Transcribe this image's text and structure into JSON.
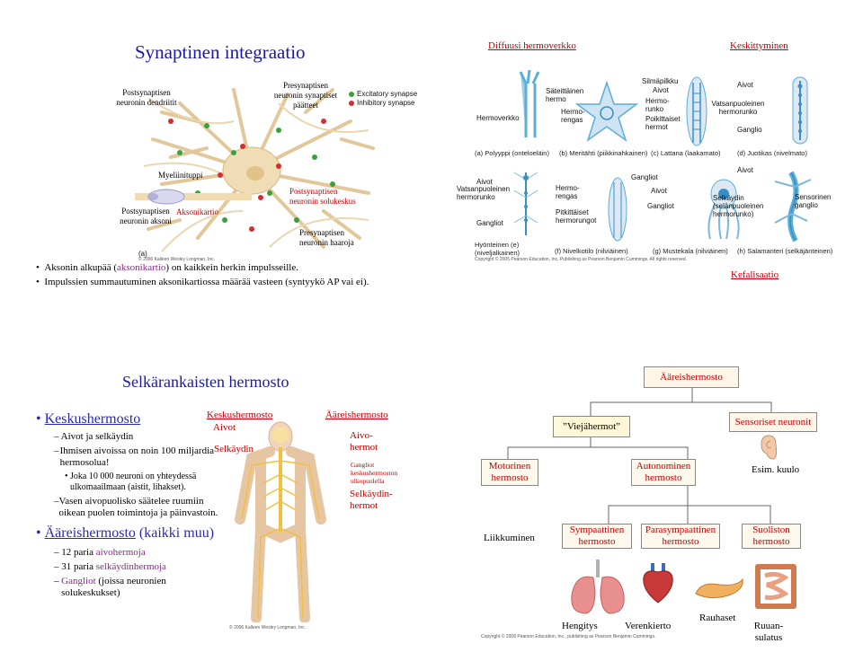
{
  "slide1": {
    "title": "Synaptinen integraatio",
    "labels": {
      "dendrites": "Postsynaptisen neuronin dendriitit",
      "terminals": "Presynaptisen neuronin synaptiset päätteet",
      "excitatory": "Excitatory synapse",
      "inhibitory": "Inhibitory synapse",
      "myelin": "Myeliinituppi",
      "axon": "Postsynaptisen neuronin aksoni",
      "hillock": "Aksonikartio",
      "soma": "Postsynaptisen neuronin solukeskus",
      "branch": "Presynaptisen neuronin haaroja",
      "figure": "(a)",
      "copyright": "© 2006 Kalleen Wesley Longman, Inc."
    },
    "bullets": [
      {
        "pre": "Aksonin alkupää (",
        "hl": "aksonikartio",
        "post": ") on kaikkein herkin impulsseille."
      },
      {
        "pre": "Impulssien summautuminen aksonikartiossa määrää vasteen (syntyykö AP vai ei).",
        "hl": "",
        "post": ""
      }
    ],
    "colors": {
      "excitatory": "#3aa03a",
      "inhibitory": "#d03030"
    }
  },
  "slide2": {
    "head_left": "Diffuusi hermoverkko",
    "head_right": "Keskittyminen",
    "footer_link": "Kefalisaatio",
    "top_labels": {
      "hermoverkko": "Hermoverkko",
      "sateittainen": "Säteittäinen hermo",
      "hermorengas": "Hermo- rengas",
      "silmapilkku": "Silmäpilkku",
      "aivot1": "Aivot",
      "hermorunko": "Hermo- runko",
      "poikittaiset": "Poikittaiset hermot",
      "aivot2": "Aivot",
      "vatsanpuoleinen": "Vatsanpuoleinen hermorunko",
      "ganglio": "Ganglio"
    },
    "top_captions": [
      "(a) Polyyppi (onteloeläin)",
      "(b) Meritähti (piikkinahkainen)",
      "(c) Lattana (laakamato)",
      "(d) Juotikas (nivelmato)"
    ],
    "bottom_labels": {
      "aivot_e": "Aivot",
      "vatsan_e": "Vatsanpuoleinen hermorunko",
      "gangliot_e": "Gangliot",
      "hermorengas_f": "Hermo- rengas",
      "pitkittaiset": "Pitkittäiset hermorungot",
      "gangliot_g": "Gangliot",
      "aivot_g": "Aivot",
      "gangliot_g2": "Gangliot",
      "aivot_h": "Aivot",
      "selkaydin": "Selkäydin (selänpuoleinen hermorunko)",
      "sensorinen": "Sensorinen ganglio"
    },
    "bottom_captions": [
      "Hyönteinen (e) (niveljalkainen)",
      "(f) Nivelkotilo (nilviäinen)",
      "(g) Mustekala (nilviäinen)",
      "(h) Salamanteri (selkäjänteinen)"
    ],
    "copyright": "Copyright © 2005 Pearson Education, Inc. Publishing as Pearson Benjamin Cummings. All rights reserved."
  },
  "slide3": {
    "title": "Selkärankaisten hermosto",
    "keskus_heading": "Keskushermosto",
    "bullets": [
      {
        "level": 2,
        "text": "Aivot ja selkäydin"
      },
      {
        "level": 2,
        "text": "Ihmisen aivoissa on noin 100 miljardia hermosolua!"
      },
      {
        "level": 3,
        "text": "Joka 10 000 neuroni on yhteydessä ulkomaailmaan (aistit, lihakset)."
      },
      {
        "level": 2,
        "text": "Vasen aivopuolisko säätelee ruumiin oikean puolen toimintoja ja päinvastoin."
      }
    ],
    "aareis_heading": "Ääreishermosto",
    "aareis_suffix": " (kaikki muu)",
    "aareis_bullets": [
      {
        "pre": "12 paria ",
        "hl": "aivohermoja",
        "post": ""
      },
      {
        "pre": "31 paria ",
        "hl": "selkäydinhermoja",
        "post": ""
      },
      {
        "pre": "",
        "hl": "Gangliot",
        "post": " (joissa neuronien solukeskukset)"
      }
    ],
    "fig": {
      "keskus": "Keskushermosto",
      "aivot": "Aivot",
      "selkaydin": "Selkäydin",
      "aareis": "Ääreishermosto",
      "aivohermot": "Aivo- hermot",
      "gangliot": "Gangliot keskushermoston ulkopuolella",
      "selkaydinhermot": "Selkäydin- hermot",
      "copyright": "© 2006 Kalleen Wesley Longman, Inc."
    }
  },
  "slide4": {
    "top": "Ääreishermosto",
    "viejat": "”Viejähermot”",
    "sensoriset": "Sensoriset neuronit",
    "motorinen": "Motorinen hermosto",
    "autonominen": "Autonominen hermosto",
    "esim": "Esim. kuulo",
    "liikkuminen": "Liikkuminen",
    "sympaattinen": "Sympaattinen hermosto",
    "parasympaattinen": "Parasympaattinen hermosto",
    "suoliston": "Suoliston hermosto",
    "hengitys": "Hengitys",
    "verenkierto": "Verenkierto",
    "rauhaset": "Rauhaset",
    "ruuansulatus": "Ruuan- sulatus",
    "copyright": "Copyright © 2008 Pearson Education, Inc., publishing as Pearson Benjamin Cummings."
  }
}
